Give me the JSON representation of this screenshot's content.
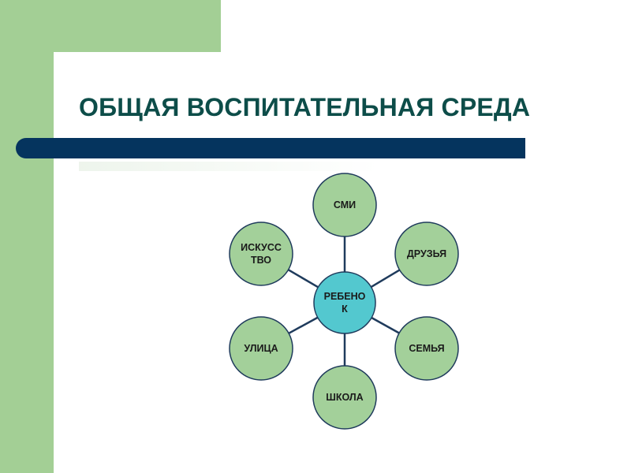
{
  "slide": {
    "title": "ОБЩАЯ ВОСПИТАТЕЛЬНАЯ СРЕДА"
  },
  "diagram": {
    "center": {
      "lines": [
        "РЕБЕНО",
        "К"
      ],
      "color": "#53c8cf"
    },
    "satellites": [
      {
        "id": "smi",
        "lines": [
          "СМИ"
        ]
      },
      {
        "id": "druzya",
        "lines": [
          "ДРУЗЬЯ"
        ]
      },
      {
        "id": "semya",
        "lines": [
          "СЕМЬЯ"
        ]
      },
      {
        "id": "shkola",
        "lines": [
          "ШКОЛА"
        ]
      },
      {
        "id": "ulitsa",
        "lines": [
          "УЛИЦА"
        ]
      },
      {
        "id": "iskusstvo",
        "lines": [
          "ИСКУСС",
          "ТВО"
        ]
      }
    ],
    "satellite_color": "#a3d09a",
    "stroke_color": "#1f3b5c"
  }
}
